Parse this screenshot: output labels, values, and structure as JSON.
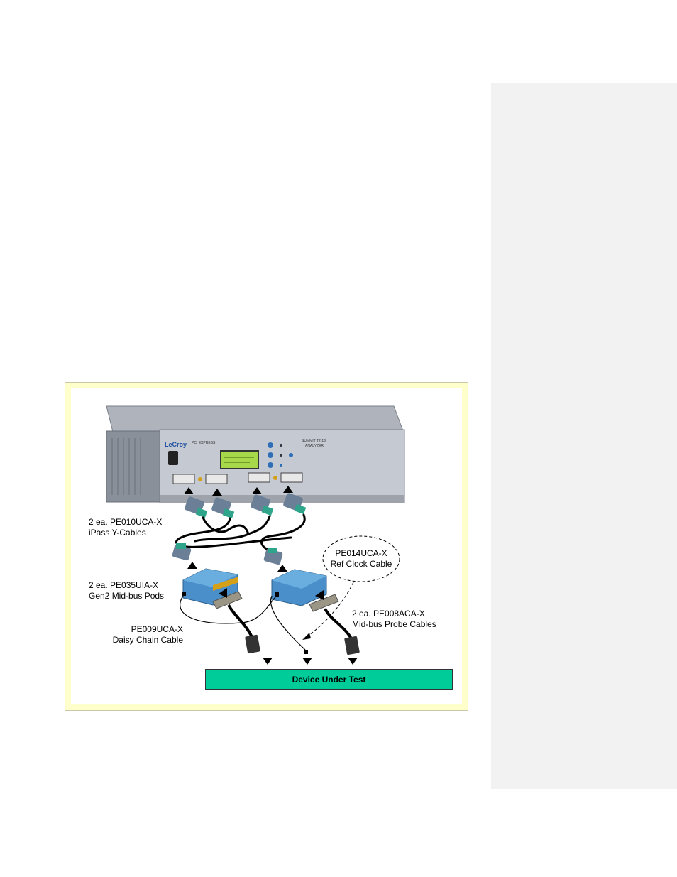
{
  "figure": {
    "instrument": {
      "brand": "LeCroy",
      "product": "PCI EXPRESS",
      "model_line1": "SUMMIT T2-16",
      "model_line2": "ANALYZER"
    },
    "labels": {
      "y_cables_line1": "2 ea. PE010UCA-X",
      "y_cables_line2": "iPass Y-Cables",
      "ref_clock_line1": "PE014UCA-X",
      "ref_clock_line2": "Ref Clock Cable",
      "pods_line1": "2 ea. PE035UIA-X",
      "pods_line2": "Gen2 Mid-bus Pods",
      "probe_cables_line1": "2 ea. PE008ACA-X",
      "probe_cables_line2": "Mid-bus Probe Cables",
      "daisy_line1": "PE009UCA-X",
      "daisy_line2": "Daisy Chain Cable",
      "dut": "Device Under Test"
    },
    "colors": {
      "frame": "#ffffcc",
      "dut_fill": "#00cc99",
      "pod_blue": "#4a8fc9",
      "lcd_green": "#a6d84a",
      "connector_teal": "#2ea58a"
    }
  }
}
